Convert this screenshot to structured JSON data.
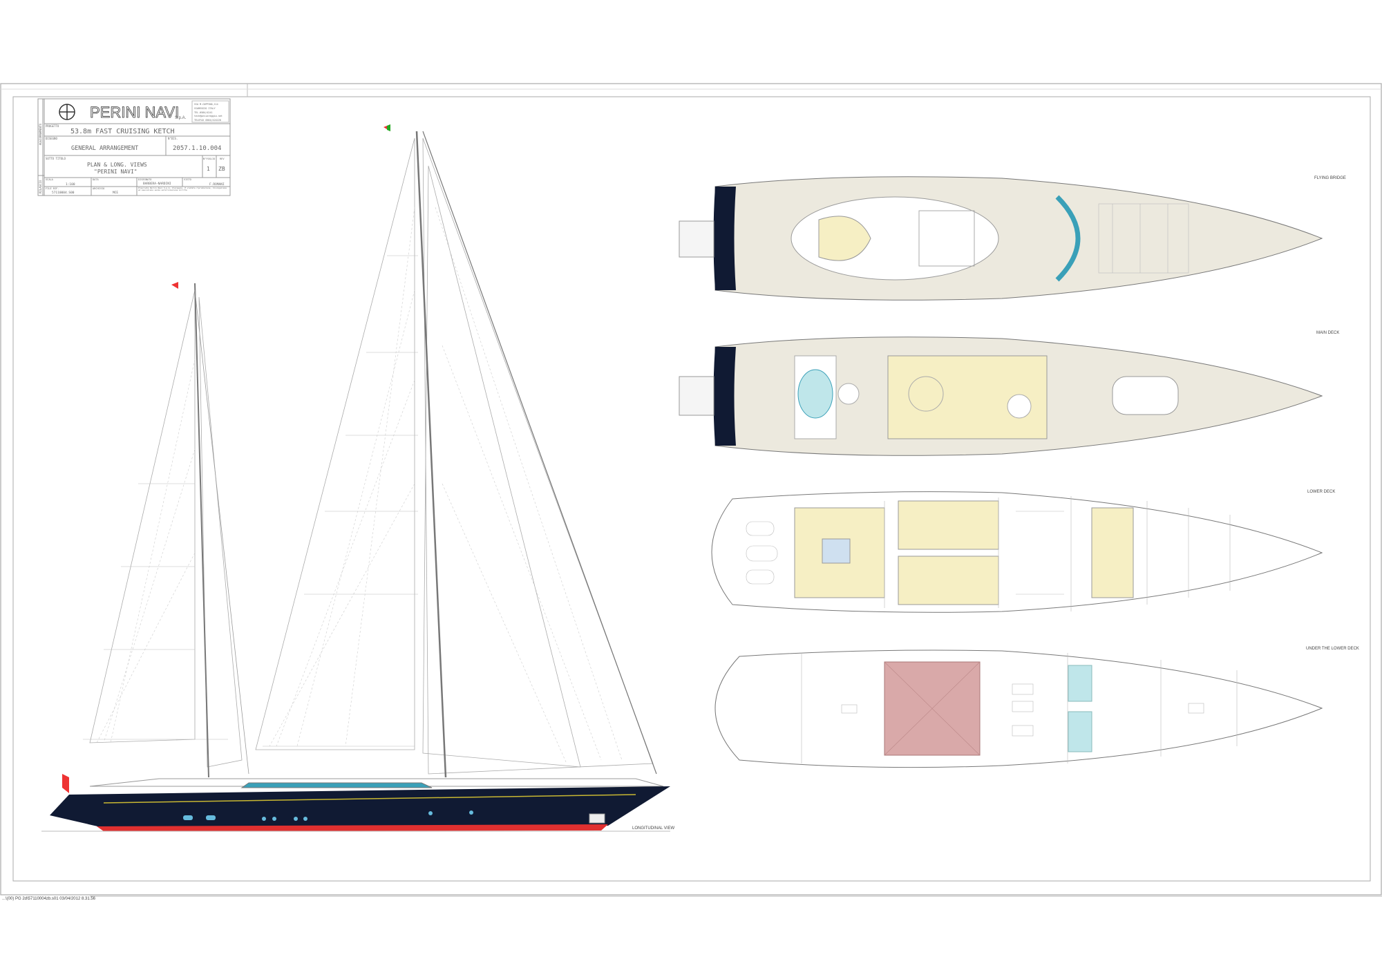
{
  "title_block": {
    "company": "PERINI NAVI",
    "company_suffix": "S.p.A.",
    "address": [
      "VIA M.COPPINO,114",
      "VIAREGGIO ITALY",
      "TEL.0584/4241",
      "tech@pnviareggio.net",
      "TELEFAX 0584/424220"
    ],
    "progetto_label": "PROGETTO",
    "progetto": "53.8m FAST CRUISING KETCH",
    "disegno_label": "DISEGNO",
    "disegno": "GENERAL ARRANGEMENT",
    "ndis_label": "N°DIS.",
    "ndis": "2057.1.10.004",
    "sottotitolo_label": "SOTTO TITOLO",
    "sottotitolo_1": "PLAN & LONG. VIEWS",
    "sottotitolo_2": "\"PERINI NAVI\"",
    "foglio_label": "N°FOGLIO",
    "foglio": "1",
    "rev_label": "REV",
    "rev": "ZB",
    "scala_label": "SCALA",
    "scala": "1:100",
    "data_label": "DATA",
    "data": "",
    "disegnato_label": "DISEGNATO",
    "disegnato": "BARBERA-NARDINI",
    "visto_label": "VISTO",
    "visto": "F.ROMANI",
    "fileref_label": "FILE RIF.",
    "fileref": "57110004.S00",
    "archivio_label": "ARCHIVIO",
    "archivio": "MCE",
    "note": "Proprietà Perini Navi S.p.A. Viareggio. E vietata riproduzione, divulgazione ed esecuzione senza autorizzazione scritta",
    "side_1": "AGGIORNAMENTO",
    "side_2": "RILASCIO"
  },
  "views": {
    "flying_bridge": "FLYING BRIDGE",
    "main_deck": "MAIN DECK",
    "lower_deck": "LOWER DECK",
    "under_lower_deck": "UNDER THE LOWER DECK",
    "longitudinal": "LONGITUDINAL VIEW"
  },
  "footer": "...\\(00) PG 2d\\57110004zb.s01   03/04/2012 8.31.56",
  "colors": {
    "hull": "#101a33",
    "deck": "#ece9de",
    "interior": "#f6efc4",
    "pool": "#3aa0b8",
    "tank": "#d9a9a9",
    "tank2": "#bfe6ea",
    "boot": "#e03030"
  }
}
